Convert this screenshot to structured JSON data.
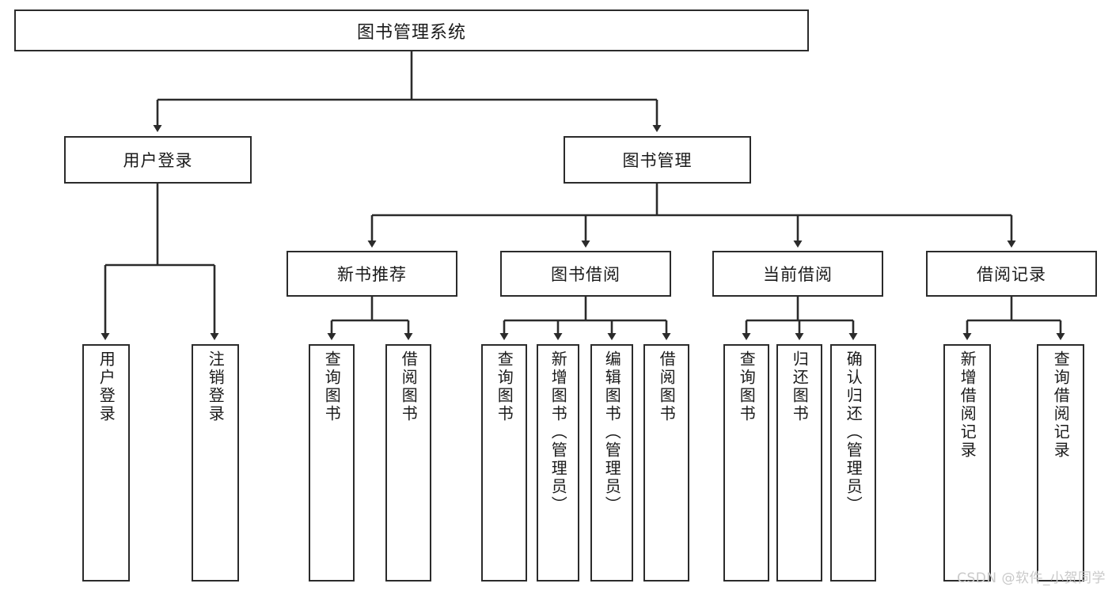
{
  "diagram": {
    "title": "图书管理系统",
    "type": "tree-hierarchy",
    "watermark": "CSDN @软件_小贺同学",
    "colors": {
      "border": "#2b2b2b",
      "background": "#ffffff",
      "text": "#1a1a1a",
      "watermark": "#c9c9c9"
    },
    "levels": {
      "root": "图书管理系统",
      "level2": [
        "用户登录",
        "图书管理"
      ],
      "level3": [
        "新书推荐",
        "图书借阅",
        "当前借阅",
        "借阅记录"
      ]
    },
    "nodes": {
      "root": {
        "label": "图书管理系统"
      },
      "user_login": {
        "label": "用户登录"
      },
      "book_manage": {
        "label": "图书管理"
      },
      "new_book_rec": {
        "label": "新书推荐"
      },
      "book_borrow": {
        "label": "图书借阅"
      },
      "current_borrow": {
        "label": "当前借阅"
      },
      "borrow_record": {
        "label": "借阅记录"
      }
    },
    "leaves": {
      "user_login": [
        {
          "label": "用户登录"
        },
        {
          "label": "注销登录"
        }
      ],
      "new_book_rec": [
        {
          "label": "查询图书"
        },
        {
          "label": "借阅图书"
        }
      ],
      "book_borrow": [
        {
          "label": "查询图书"
        },
        {
          "label": "新增图书（管理员）"
        },
        {
          "label": "编辑图书（管理员）"
        },
        {
          "label": "借阅图书"
        }
      ],
      "current_borrow": [
        {
          "label": "查询图书"
        },
        {
          "label": "归还图书"
        },
        {
          "label": "确认归还（管理员）"
        }
      ],
      "borrow_record": [
        {
          "label": "新增借阅记录"
        },
        {
          "label": "查询借阅记录"
        }
      ]
    }
  }
}
